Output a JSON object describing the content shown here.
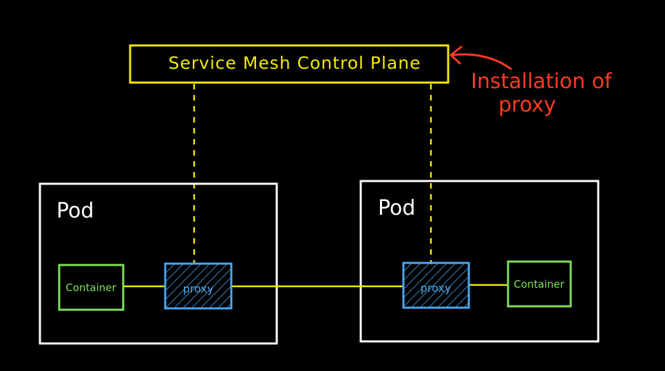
{
  "colors": {
    "background": "#000000",
    "control_plane": "#f2ea00",
    "pod_border": "#ffffff",
    "container": "#7ee35a",
    "proxy": "#4aa8f0",
    "link": "#f2ea00",
    "annotation": "#ff3b1f"
  },
  "control_plane": {
    "label": "Service Mesh Control Plane"
  },
  "annotation": {
    "line1": "Installation of",
    "line2": "proxy"
  },
  "pods": [
    {
      "label": "Pod",
      "container_label": "Container",
      "proxy_label": "proxy"
    },
    {
      "label": "Pod",
      "container_label": "Container",
      "proxy_label": "proxy"
    }
  ]
}
